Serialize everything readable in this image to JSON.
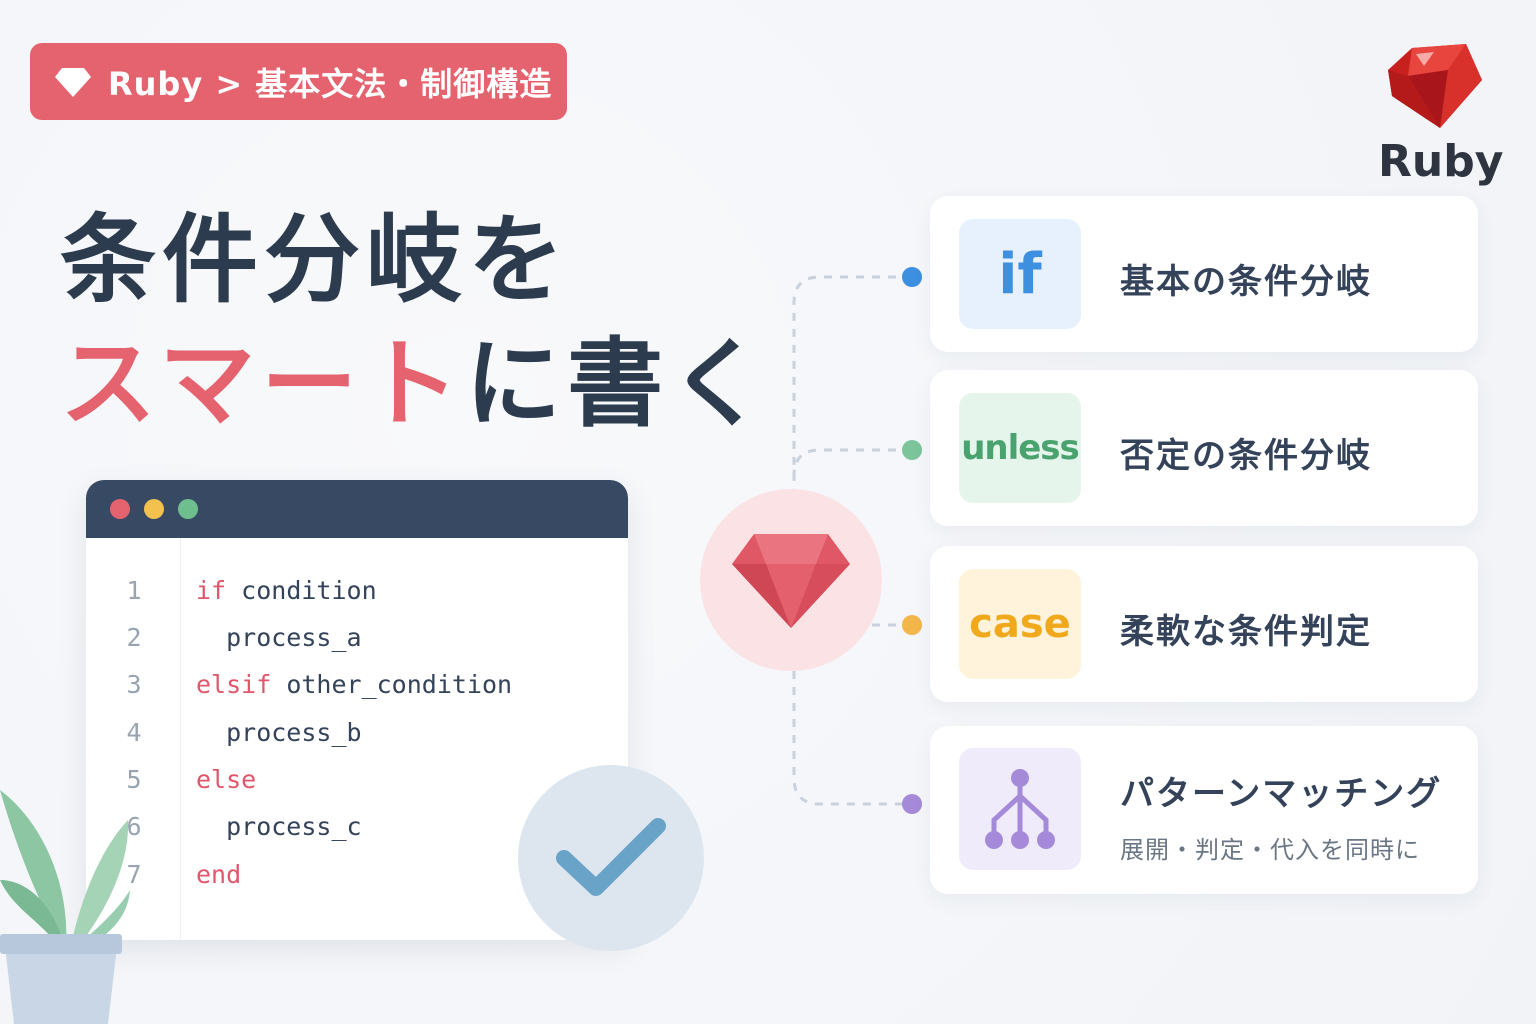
{
  "breadcrumb": {
    "text": "Ruby > 基本文法・制御構造",
    "icon": "gem-icon"
  },
  "logo": {
    "word": "Ruby",
    "color": "#d42a2a"
  },
  "headline": {
    "line1": "条件分岐を",
    "line2_accent": "スマート",
    "line2_rest": "に書く"
  },
  "code": {
    "window_dots": [
      "#e5636f",
      "#f2c14e",
      "#6fbf8e"
    ],
    "lines": [
      {
        "num": "1",
        "kw": "if",
        "rest": " condition"
      },
      {
        "num": "2",
        "kw": "",
        "rest": "  process_a"
      },
      {
        "num": "3",
        "kw": "elsif",
        "rest": " other_condition"
      },
      {
        "num": "4",
        "kw": "",
        "rest": "  process_b"
      },
      {
        "num": "5",
        "kw": "else",
        "rest": ""
      },
      {
        "num": "6",
        "kw": "",
        "rest": "  process_c"
      },
      {
        "num": "7",
        "kw": "end",
        "rest": ""
      }
    ]
  },
  "cards": [
    {
      "tile": "if",
      "label": "基本の条件分岐",
      "tile_bg": "#e6f1fd",
      "tile_color": "#3d8fe0",
      "dot": "#3d8fe0"
    },
    {
      "tile": "unless",
      "label": "否定の条件分岐",
      "tile_bg": "#e6f5ec",
      "tile_color": "#4aa36f",
      "dot": "#7cc49a"
    },
    {
      "tile": "case",
      "label": "柔軟な条件判定",
      "tile_bg": "#fff3dc",
      "tile_color": "#f0a81c",
      "dot": "#f2b64a"
    },
    {
      "tile": "",
      "tile_icon": "branch-tree-icon",
      "label": "パターンマッチング",
      "sub": "展開・判定・代入を同時に",
      "tile_bg": "#f0ebfb",
      "tile_color": "#a48ad9",
      "dot": "#a48ad9"
    }
  ]
}
